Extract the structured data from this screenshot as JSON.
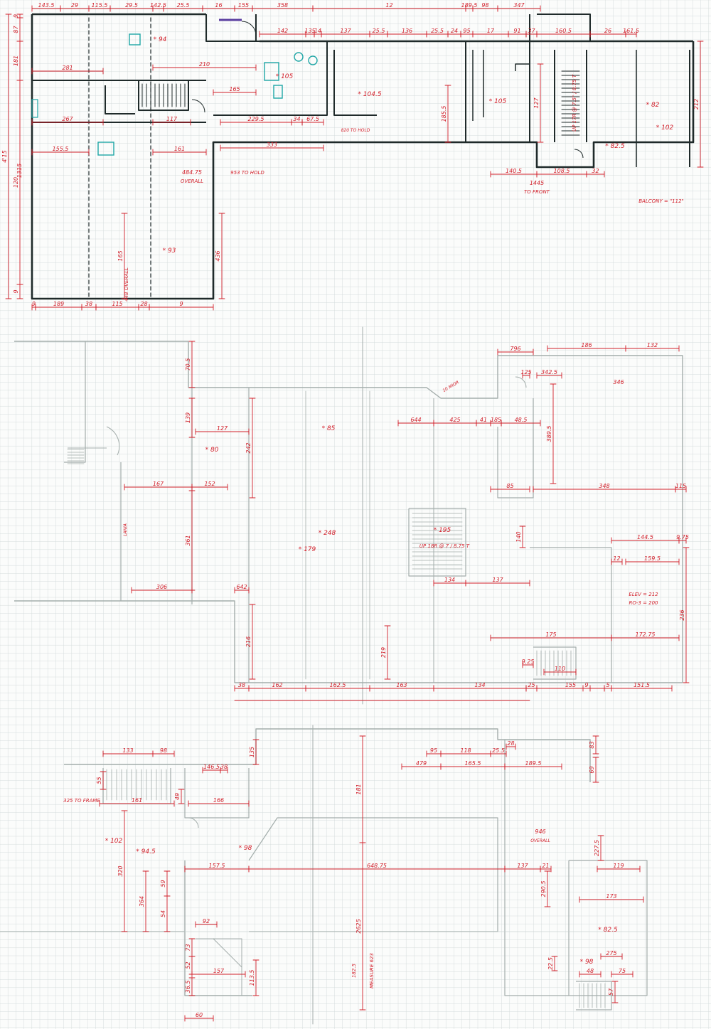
{
  "colors": {
    "paper": "#fbfcfb",
    "grid": "#d5dcdc",
    "grid_major": "#c7d0d0",
    "ink": "#1f2a2a",
    "pencil": "#a3adab",
    "dimension": "#d21f2a",
    "fixture": "#1fa6a6",
    "purple": "#5b3fa0"
  },
  "plans": {
    "top": {
      "labels": {
        "overall_left_a": "4'15",
        "overall_left_b": "1315",
        "span_to_hold_a": "484.75",
        "span_to_hold_a_note": "OVERALL",
        "span_to_hold_b": "953 TO HOLD",
        "stair_note": "UP 17R @ 7.5\" / 8.75 T",
        "front_a": "1445",
        "front_b": "TO FRONT",
        "balcony": "BALCONY = \"112\"",
        "to_hold_small": "820 TO HOLD",
        "overall_vertical": "448 OVERALL",
        "room_marks": [
          "* 94",
          "* 105",
          "* 104.5",
          "* 105",
          "* 82",
          "* 102",
          "* 82.5",
          "* 93"
        ]
      },
      "dims_top": [
        "143.5",
        "29",
        "115.5",
        "29.5",
        "142.5",
        "25.5",
        "16",
        "155",
        "358",
        "12",
        "189.5",
        "98",
        "347"
      ],
      "dims_row2": [
        "142",
        "135",
        "14",
        "137",
        "25.5",
        "136",
        "25.5",
        "24",
        "95",
        "17",
        "91",
        "37",
        "160.5",
        "26",
        "161.5"
      ],
      "dims_mid": [
        "281",
        "210",
        "165",
        "267",
        "117",
        "229.5",
        "34",
        "67.5",
        "155.5",
        "161",
        "333",
        "140.5",
        "108.5",
        "32"
      ],
      "dims_bottom": [
        "9",
        "189",
        "38",
        "115",
        "28",
        "9"
      ],
      "dims_left": [
        "9",
        "87",
        "181",
        "120",
        "9"
      ],
      "dims_vertical_misc": [
        "185.5",
        "127",
        "212",
        "436",
        "165"
      ]
    },
    "middle": {
      "labels": {
        "room_marks": [
          "* 80",
          "* 85",
          "* 248",
          "* 179",
          "* 195"
        ],
        "stair_note": "UP 18R @ 7 / 8.75 T",
        "elev_note_a": "ELEV = 212",
        "elev_note_b": "RO-3 = 200",
        "small_a": "10 MIOR",
        "small_b": "LANIA"
      },
      "dims_top": [
        "796",
        "186",
        "132",
        "125",
        "342.5",
        "346"
      ],
      "dims_row": [
        "644",
        "425",
        "41",
        "185",
        "48.5",
        "85",
        "348",
        "115"
      ],
      "dims_left": [
        "70.5",
        "139",
        "127",
        "167",
        "152",
        "361",
        "306",
        "642"
      ],
      "dims_mid": [
        "134",
        "137",
        "144.5",
        "175",
        "172.75",
        "159.5",
        "9.75",
        "12"
      ],
      "dims_vertical": [
        "242",
        "216",
        "389.5",
        "219",
        "140",
        "236"
      ],
      "dims_bottom": [
        "38",
        "162",
        "162.5",
        "163",
        "134",
        "25",
        "155",
        "9",
        "5",
        "151.5",
        "110",
        "9.25"
      ]
    },
    "bottom": {
      "labels": {
        "to_frame": "325 TO FRAME",
        "overall_a": "946",
        "overall_b": "OVERALL",
        "room_marks": [
          "* 102",
          "* 94.5",
          "* 98",
          "* 82.5",
          "* 98"
        ],
        "note_a": "182.5",
        "note_b": "MEASURE 623"
      },
      "dims_top": [
        "133",
        "98",
        "135",
        "95",
        "118",
        "25.5",
        "28",
        "83"
      ],
      "dims_row": [
        "479",
        "165.5",
        "189.5",
        "69",
        "161",
        "166",
        "146.5",
        "38"
      ],
      "dims_mid": [
        "157.5",
        "648.75",
        "137",
        "21",
        "119",
        "173",
        "227.5",
        "290.5"
      ],
      "dims_left": [
        "55",
        "49",
        "320",
        "364",
        "59",
        "54",
        "181",
        "2625"
      ],
      "dims_small": [
        "92",
        "73",
        "52",
        "157",
        "36.5",
        "60",
        "113.5",
        "275",
        "48",
        "75",
        "57",
        "22.5"
      ]
    }
  }
}
